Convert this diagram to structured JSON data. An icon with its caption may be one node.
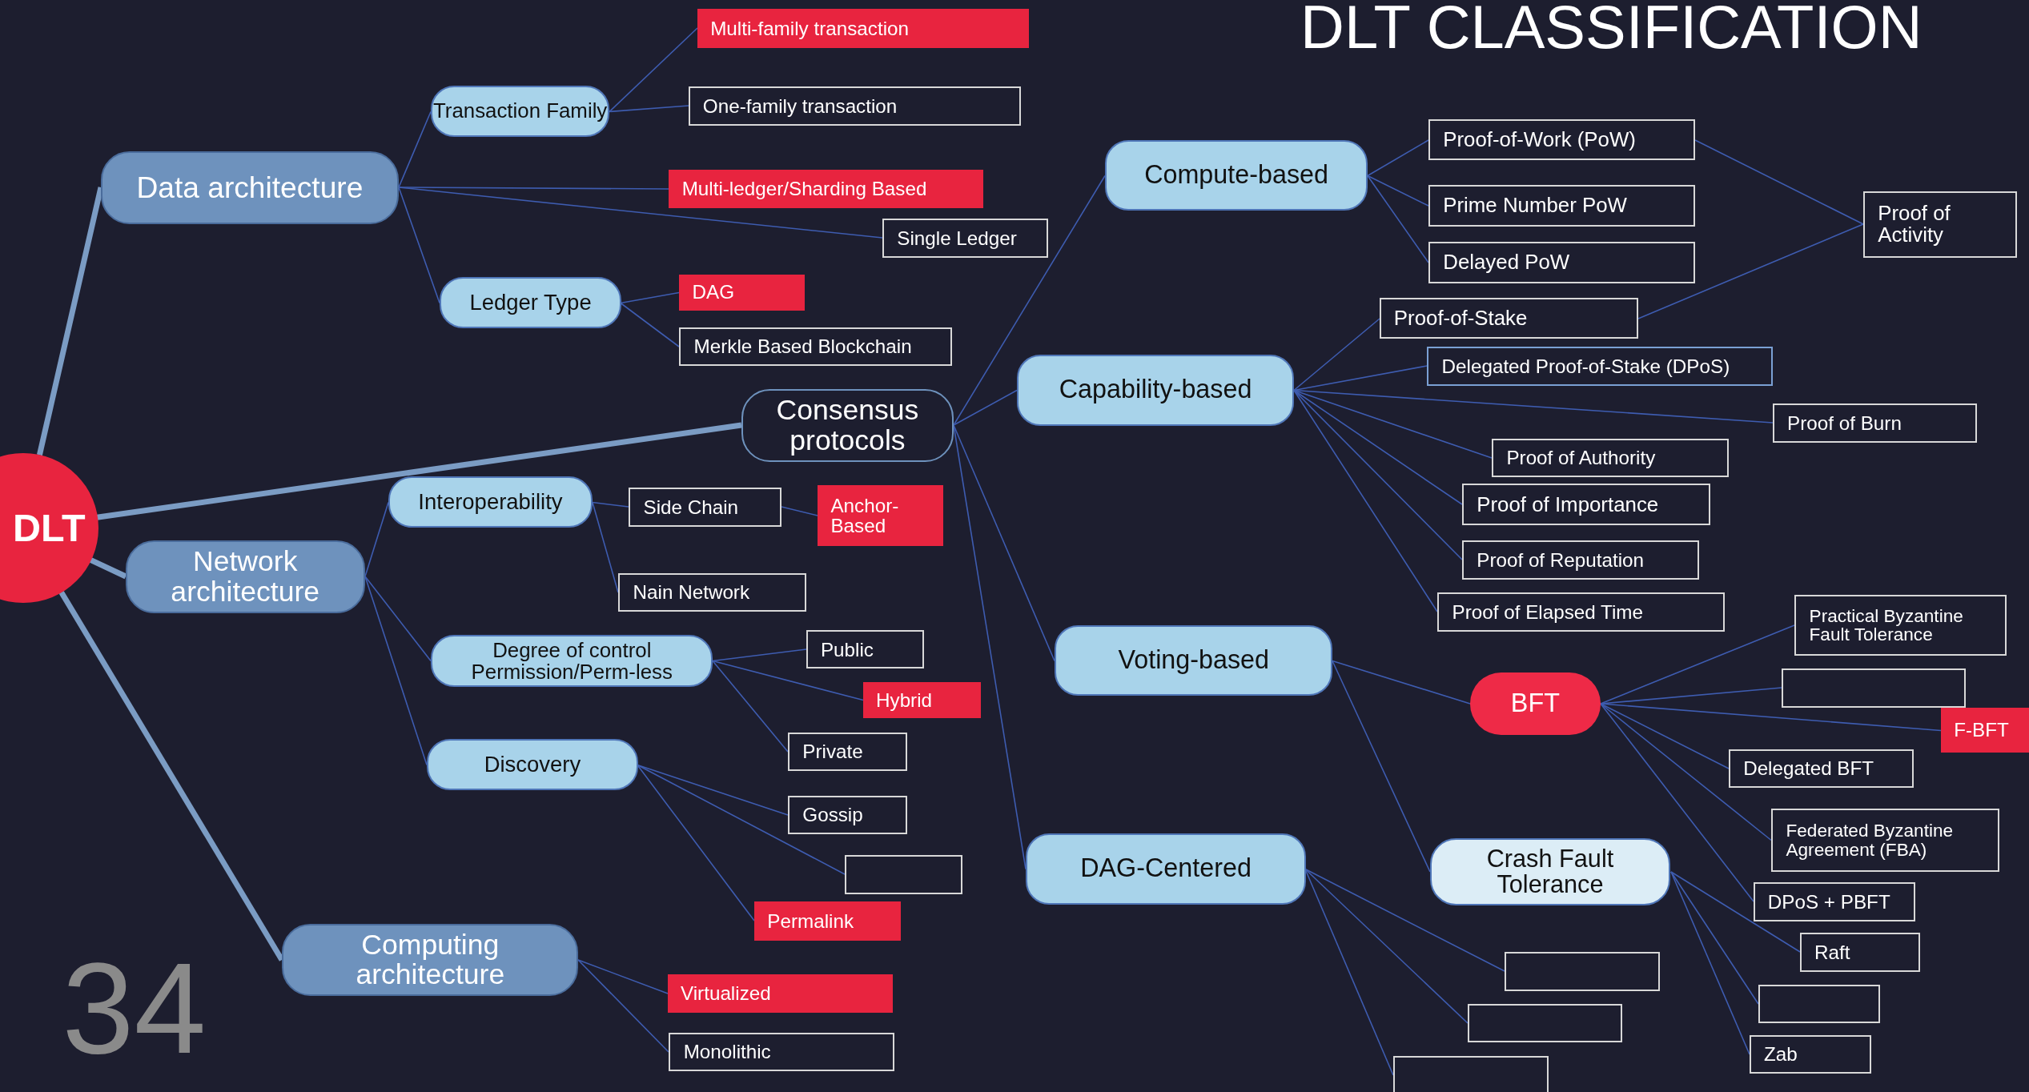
{
  "diagram": {
    "title": "DLT CLASSIFICATION",
    "nodes": [
      {
        "text": [
          "DLT"
        ]
      },
      {
        "text": [
          "Data architecture"
        ]
      },
      {
        "text": [
          "Transaction Family"
        ]
      },
      {
        "text": [
          "Multi-family transaction"
        ]
      },
      {
        "text": [
          "One-family transaction"
        ]
      },
      {
        "text": [
          "Multi-ledger/Sharding Based"
        ]
      },
      {
        "text": [
          "Single Ledger"
        ]
      },
      {
        "text": [
          "Ledger Type"
        ]
      },
      {
        "text": [
          "DAG"
        ]
      },
      {
        "text": [
          "Merkle Based Blockchain"
        ]
      },
      {
        "text": [
          "Consensus protocols"
        ]
      },
      {
        "text": [
          "Network architecture"
        ]
      },
      {
        "text": [
          "Interoperability"
        ]
      },
      {
        "text": [
          "Side Chain"
        ]
      },
      {
        "text": [
          "Anchor-Based"
        ]
      },
      {
        "text": [
          "Nain Network"
        ]
      },
      {
        "text": [
          "Degree of control",
          "Permission/Perm-less"
        ]
      },
      {
        "text": [
          "Public"
        ]
      },
      {
        "text": [
          "Hybrid"
        ]
      },
      {
        "text": [
          "Private"
        ]
      },
      {
        "text": [
          "Discovery"
        ]
      },
      {
        "text": [
          "Gossip"
        ]
      },
      {
        "text": [],
        "shape": "box"
      },
      {
        "text": [
          "Permalink"
        ]
      },
      {
        "text": [
          "Computing architecture"
        ]
      },
      {
        "text": [
          "Virtualized"
        ]
      },
      {
        "text": [
          "Monolithic"
        ]
      },
      {
        "text": [
          "Compute-based"
        ]
      },
      {
        "text": [
          "Proof-of-Work (PoW)"
        ]
      },
      {
        "text": [
          "Prime Number PoW"
        ]
      },
      {
        "text": [
          "Delayed PoW"
        ]
      },
      {
        "text": [
          "Proof of Activity"
        ]
      },
      {
        "text": [
          "Capability-based"
        ]
      },
      {
        "text": [
          "Proof-of-Stake"
        ]
      },
      {
        "text": [
          "Delegated Proof-of-Stake (DPoS)"
        ]
      },
      {
        "text": [
          "Proof of Burn"
        ]
      },
      {
        "text": [
          "Proof of Authority"
        ]
      },
      {
        "text": [
          "Proof of Importance"
        ]
      },
      {
        "text": [
          "Proof of Reputation"
        ]
      },
      {
        "text": [
          "Proof of Elapsed Time"
        ]
      },
      {
        "text": [
          "Voting-based"
        ]
      },
      {
        "text": [
          "Practical Byzantine Fault Tolerance"
        ]
      },
      {
        "text": [
          "BFT"
        ]
      },
      {
        "text": [],
        "shape": "box"
      },
      {
        "text": [
          "F-BFT"
        ]
      },
      {
        "text": [
          "Delegated BFT"
        ]
      },
      {
        "text": [
          "Federated Byzantine Agreement (FBA)"
        ]
      },
      {
        "text": [
          "DPoS + PBFT"
        ]
      },
      {
        "text": [
          "Crash Fault Tolerance"
        ]
      },
      {
        "text": [
          "Raft"
        ]
      },
      {
        "text": [],
        "shape": "box"
      },
      {
        "text": [
          "Zab"
        ]
      },
      {
        "text": [
          "DAG-Centered"
        ]
      },
      {
        "text": [],
        "shape": "box"
      },
      {
        "text": [],
        "shape": "box"
      },
      {
        "text": [],
        "shape": "box"
      }
    ],
    "edges": [
      {
        "from": 0,
        "to": 1,
        "arrow": "none",
        "style": "thick",
        "color": "#7b9cc4"
      },
      {
        "from": 0,
        "to": 10,
        "arrow": "none",
        "style": "thick",
        "color": "#7b9cc4"
      },
      {
        "from": 0,
        "to": 11,
        "arrow": "none",
        "style": "thick",
        "color": "#7b9cc4"
      },
      {
        "from": 0,
        "to": 24,
        "arrow": "none",
        "style": "thick",
        "color": "#7b9cc4"
      },
      {
        "from": 1,
        "to": 2,
        "arrow": "none"
      },
      {
        "from": 1,
        "to": 5,
        "arrow": "none"
      },
      {
        "from": 1,
        "to": 6,
        "arrow": "none"
      },
      {
        "from": 1,
        "to": 7,
        "arrow": "none"
      },
      {
        "from": 2,
        "to": 3,
        "arrow": "none"
      },
      {
        "from": 2,
        "to": 4,
        "arrow": "none"
      },
      {
        "from": 7,
        "to": 8,
        "arrow": "none"
      },
      {
        "from": 7,
        "to": 9,
        "arrow": "none"
      },
      {
        "from": 10,
        "to": 27,
        "arrow": "none"
      },
      {
        "from": 10,
        "to": 32,
        "arrow": "none"
      },
      {
        "from": 10,
        "to": 40,
        "arrow": "none"
      },
      {
        "from": 10,
        "to": 52,
        "arrow": "none"
      },
      {
        "from": 11,
        "to": 12,
        "arrow": "none"
      },
      {
        "from": 11,
        "to": 16,
        "arrow": "none"
      },
      {
        "from": 11,
        "to": 20,
        "arrow": "none"
      },
      {
        "from": 12,
        "to": 13,
        "arrow": "none"
      },
      {
        "from": 12,
        "to": 15,
        "arrow": "none"
      },
      {
        "from": 13,
        "to": 14,
        "arrow": "none"
      },
      {
        "from": 16,
        "to": 17,
        "arrow": "none"
      },
      {
        "from": 16,
        "to": 18,
        "arrow": "none"
      },
      {
        "from": 16,
        "to": 19,
        "arrow": "none"
      },
      {
        "from": 20,
        "to": 21,
        "arrow": "none"
      },
      {
        "from": 20,
        "to": 22,
        "arrow": "none"
      },
      {
        "from": 20,
        "to": 23,
        "arrow": "none"
      },
      {
        "from": 24,
        "to": 25,
        "arrow": "none"
      },
      {
        "from": 24,
        "to": 26,
        "arrow": "none"
      },
      {
        "from": 27,
        "to": 28,
        "arrow": "none"
      },
      {
        "from": 27,
        "to": 29,
        "arrow": "none"
      },
      {
        "from": 27,
        "to": 30,
        "arrow": "none"
      },
      {
        "from": 28,
        "to": 31,
        "arrow": "none"
      },
      {
        "from": 33,
        "to": 31,
        "arrow": "none"
      },
      {
        "from": 32,
        "to": 33,
        "arrow": "none"
      },
      {
        "from": 32,
        "to": 34,
        "arrow": "none"
      },
      {
        "from": 32,
        "to": 35,
        "arrow": "none"
      },
      {
        "from": 32,
        "to": 36,
        "arrow": "none"
      },
      {
        "from": 32,
        "to": 37,
        "arrow": "none"
      },
      {
        "from": 32,
        "to": 38,
        "arrow": "none"
      },
      {
        "from": 32,
        "to": 39,
        "arrow": "none"
      },
      {
        "from": 40,
        "to": 42,
        "arrow": "none"
      },
      {
        "from": 40,
        "to": 48,
        "arrow": "none"
      },
      {
        "from": 42,
        "to": 41,
        "arrow": "none"
      },
      {
        "from": 42,
        "to": 43,
        "arrow": "none"
      },
      {
        "from": 42,
        "to": 44,
        "arrow": "none"
      },
      {
        "from": 42,
        "to": 45,
        "arrow": "none"
      },
      {
        "from": 42,
        "to": 46,
        "arrow": "none"
      },
      {
        "from": 42,
        "to": 47,
        "arrow": "none"
      },
      {
        "from": 48,
        "to": 49,
        "arrow": "none"
      },
      {
        "from": 48,
        "to": 50,
        "arrow": "none"
      },
      {
        "from": 48,
        "to": 51,
        "arrow": "none"
      },
      {
        "from": 52,
        "to": 53,
        "arrow": "none"
      },
      {
        "from": 52,
        "to": 54,
        "arrow": "none"
      },
      {
        "from": 52,
        "to": 55,
        "arrow": "none"
      }
    ],
    "labels": [
      "34"
    ]
  }
}
